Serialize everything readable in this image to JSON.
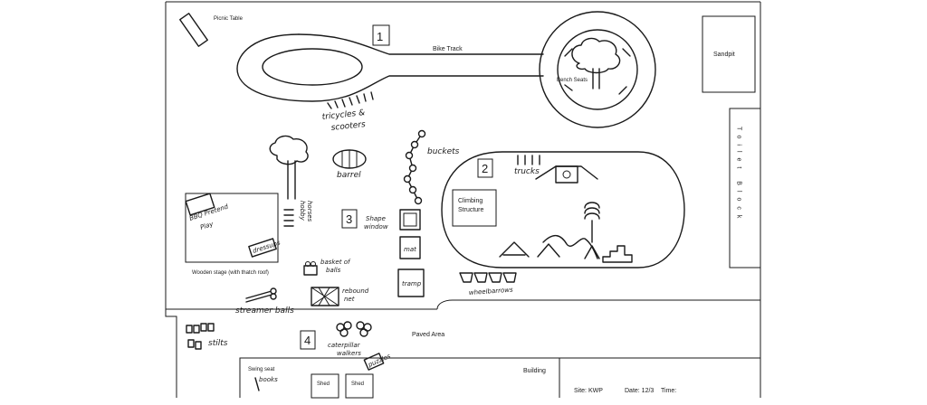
{
  "labels": {
    "picnic_table": "Picnic Table",
    "bike_track": "Bike Track",
    "sandpit": "Sandpit",
    "bench_seats": "Bench Seats",
    "tricycles": "tricycles &",
    "scooters": "scooters",
    "buckets": "buckets",
    "barrel": "barrel",
    "trucks": "trucks",
    "climbing_line1": "Climbing",
    "climbing_line2": "Structure",
    "toilet_block": "Toilet Block",
    "bbq_line1": "BBQ Pretend",
    "bbq_line2": "Play",
    "dressups": "dressups",
    "hobby_line1": "hobby",
    "hobby_line2": "horses",
    "shape_line1": "Shape",
    "shape_line2": "window",
    "mat": "mat",
    "tramp": "tramp",
    "basket_line1": "basket of",
    "basket_line2": "balls",
    "rebound_line1": "rebound",
    "rebound_line2": "net",
    "wheelbarrows": "wheelbarrows",
    "wooden_stage": "Wooden stage (with thatch roof)",
    "streamer_balls": "streamer balls",
    "paved_area": "Paved Area",
    "stilts": "stilts",
    "caterpillar_line1": "caterpillar",
    "caterpillar_line2": "walkers",
    "swing_seat": "Swing seat",
    "books": "books",
    "puzzles": "puzzles",
    "building": "Building",
    "shed_1": "Shed",
    "shed_2": "Shed",
    "site": "Site: KWP",
    "date": "Date: 12/3",
    "time": "Time:"
  },
  "zones": {
    "zone_1": "1",
    "zone_2": "2",
    "zone_3": "3",
    "zone_4": "4"
  }
}
